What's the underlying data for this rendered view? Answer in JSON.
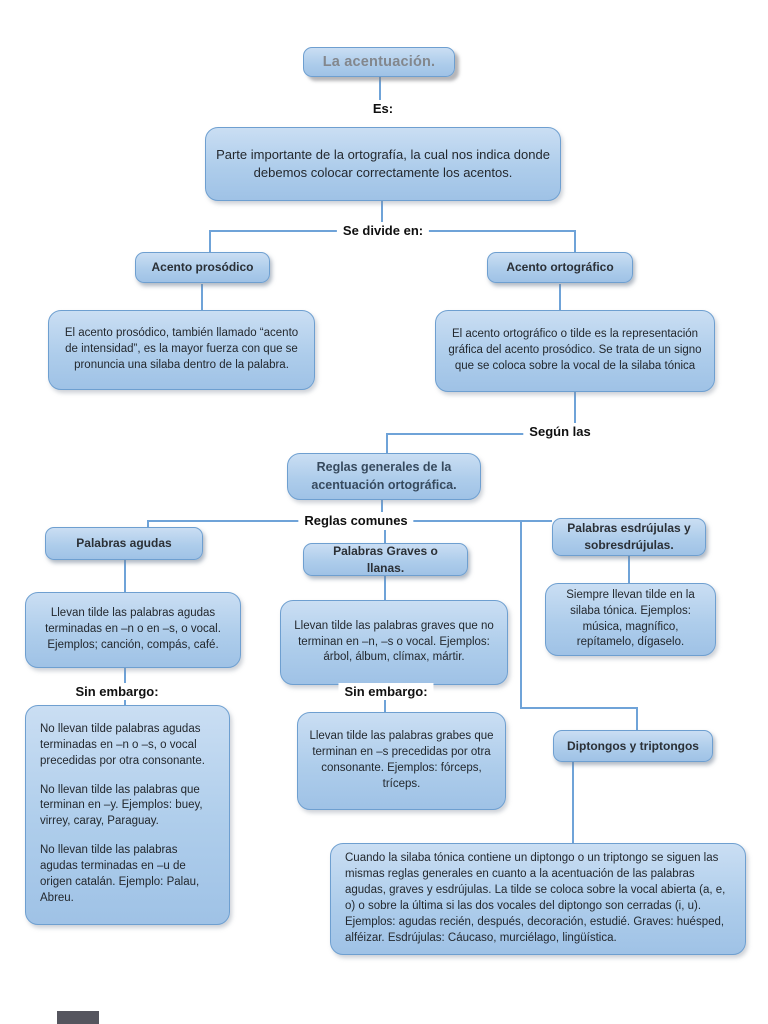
{
  "title": "La acentuación.",
  "labels": {
    "es": "Es:",
    "se_divide": "Se divide en:",
    "segun_las": "Según las",
    "reglas_comunes": "Reglas comunes",
    "sin_embargo_left": "Sin embargo:",
    "sin_embargo_mid": "Sin embargo:"
  },
  "colors": {
    "connector": "#6fa3d8",
    "box_border": "#6e9fd0",
    "box_fill_top": "#cadef3",
    "box_fill_bottom": "#9fc2e6"
  },
  "definicion": "Parte importante de la ortografía, la cual nos indica donde debemos colocar correctamente los acentos.",
  "prosodico": {
    "titulo": "Acento prosódico",
    "desc": "El acento prosódico, también llamado “acento de intensidad”, es la mayor fuerza con que se pronuncia una silaba dentro de la palabra."
  },
  "ortografico": {
    "titulo": "Acento ortográfico",
    "desc": "El acento ortográfico o tilde es la representación gráfica del acento prosódico. Se trata de un signo que se coloca sobre la vocal de la silaba tónica"
  },
  "reglas_generales": "Reglas generales de la acentuación ortográfica.",
  "agudas": {
    "titulo": "Palabras agudas",
    "desc": "Llevan tilde las palabras agudas terminadas en –n o en –s, o vocal. Ejemplos; canción, compás, café.",
    "exceptions": [
      "No llevan tilde palabras agudas terminadas en –n o –s, o vocal precedidas por otra consonante.",
      "No llevan tilde las palabras que terminan en –y. Ejemplos: buey, virrey, caray, Paraguay.",
      "No llevan tilde las palabras agudas terminadas en –u de origen catalán. Ejemplo: Palau, Abreu."
    ]
  },
  "graves": {
    "titulo": "Palabras Graves o llanas.",
    "desc": "Llevan tilde las palabras graves que no terminan en –n, –s o vocal. Ejemplos: árbol, álbum, clímax, mártir.",
    "excepcion": "Llevan tilde las palabras grabes que terminan en –s precedidas por otra consonante. Ejemplos: fórceps, tríceps."
  },
  "esdrujulas": {
    "titulo": "Palabras esdrújulas y sobresdrújulas.",
    "desc": "Siempre llevan tilde en la silaba tónica. Ejemplos: música, magnífico, repítamelo, dígaselo."
  },
  "diptongos": {
    "titulo": "Diptongos y triptongos",
    "desc": "Cuando la silaba tónica contiene un diptongo o un triptongo se siguen las mismas reglas generales en cuanto a la acentuación de las palabras agudas, graves y esdrújulas. La tilde se coloca sobre la vocal abierta (a, e, o) o sobre la última si las dos vocales del diptongo son cerradas (i, u). Ejemplos: agudas recién, después, decoración, estudié. Graves: huésped, alféizar. Esdrújulas: Cáucaso, murciélago, lingüística."
  }
}
